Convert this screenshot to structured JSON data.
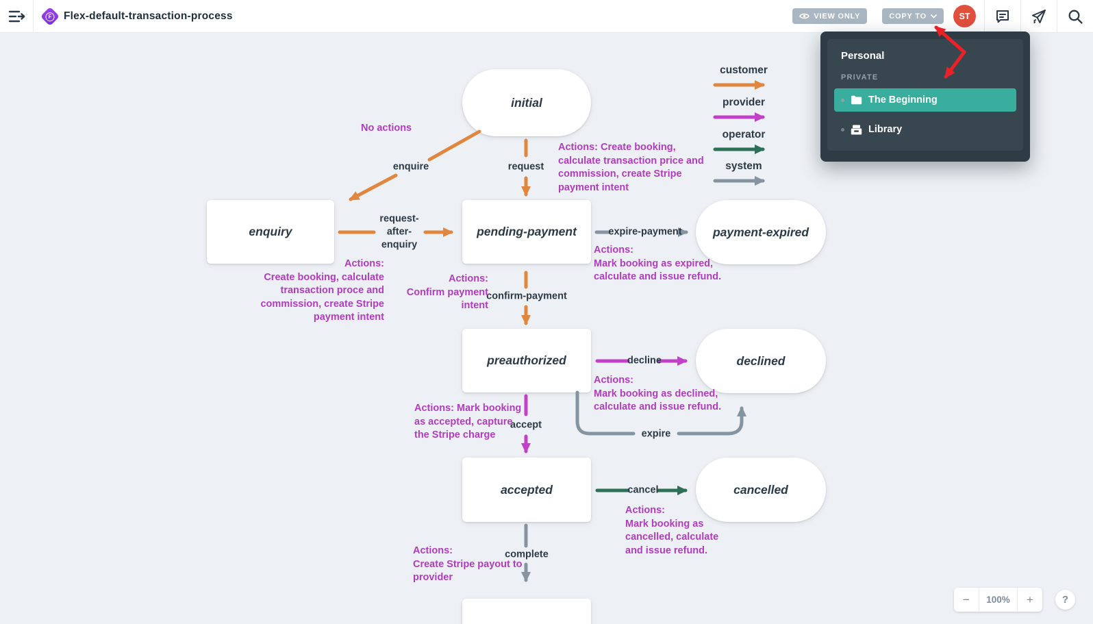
{
  "topbar": {
    "title": "Flex-default-transaction-process",
    "view_only": "VIEW ONLY",
    "copy_to": "COPY TO",
    "avatar": "ST",
    "icons": [
      "sidebar-toggle-icon",
      "document-logo-icon",
      "eye-icon",
      "chevron-down-icon",
      "comment-icon",
      "share-icon",
      "search-icon"
    ]
  },
  "copy_menu": {
    "workspace": "Personal",
    "section_label": "PRIVATE",
    "items": [
      {
        "label": "The Beginning",
        "icon": "folder-icon",
        "selected": true
      },
      {
        "label": "Library",
        "icon": "library-icon",
        "selected": false
      }
    ]
  },
  "legend": [
    {
      "label": "customer",
      "color": "#e0863f"
    },
    {
      "label": "provider",
      "color": "#c341c9"
    },
    {
      "label": "operator",
      "color": "#2e7057"
    },
    {
      "label": "system",
      "color": "#8494a0"
    }
  ],
  "nodes": {
    "initial": {
      "label": "initial",
      "shape": "pill"
    },
    "enquiry": {
      "label": "enquiry",
      "shape": "rect"
    },
    "pending_payment": {
      "label": "pending-payment",
      "shape": "rect"
    },
    "payment_expired": {
      "label": "payment-expired",
      "shape": "pill"
    },
    "preauthorized": {
      "label": "preauthorized",
      "shape": "rect"
    },
    "declined": {
      "label": "declined",
      "shape": "pill"
    },
    "accepted": {
      "label": "accepted",
      "shape": "rect"
    },
    "cancelled": {
      "label": "cancelled",
      "shape": "pill"
    },
    "next_partial": {
      "label": "",
      "shape": "rect"
    }
  },
  "edges": {
    "enquire": {
      "label": "enquire",
      "actor": "customer"
    },
    "request": {
      "label": "request",
      "actor": "customer"
    },
    "request_after_enquiry": {
      "label": "request-\nafter-\nenquiry",
      "actor": "customer"
    },
    "expire_payment": {
      "label": "expire-payment",
      "actor": "system"
    },
    "confirm_payment": {
      "label": "confirm-payment",
      "actor": "customer"
    },
    "decline": {
      "label": "decline",
      "actor": "provider"
    },
    "expire": {
      "label": "expire",
      "actor": "system"
    },
    "accept": {
      "label": "accept",
      "actor": "provider"
    },
    "cancel": {
      "label": "cancel",
      "actor": "operator"
    },
    "complete": {
      "label": "complete",
      "actor": "system"
    }
  },
  "actions": {
    "no_actions": "No actions",
    "request": "Actions: Create booking,\ncalculate transaction price and\ncommission, create Stripe\npayment intent",
    "request_after_enquiry": "Actions:\nCreate booking, calculate\ntransaction proce and\ncommission, create Stripe\npayment intent",
    "confirm_payment": "Actions:\nConfirm payment\nintent",
    "expire_payment": "Actions:\nMark booking as expired,\ncalculate and issue refund.",
    "decline": "Actions:\nMark booking as declined,\ncalculate and issue refund.",
    "accept": "Actions: Mark booking\nas accepted, capture\nthe Stripe charge",
    "cancel": "Actions:\nMark booking as\ncancelled, calculate\nand issue refund.",
    "complete": "Actions:\nCreate Stripe payout to\nprovider"
  },
  "zoom_toolbar": {
    "zoom_out": "−",
    "zoom_level": "100%",
    "zoom_in": "+",
    "help": "?"
  },
  "colors": {
    "canvas_bg": "#edf0f4",
    "action_text": "#b23cc0",
    "node_text": "#2b3a46",
    "annotation_red": "#ec2127",
    "avatar_bg": "#e0503d",
    "badge_bg": "#a9b7c3",
    "menu_selected_bg": "#3aae9e"
  }
}
